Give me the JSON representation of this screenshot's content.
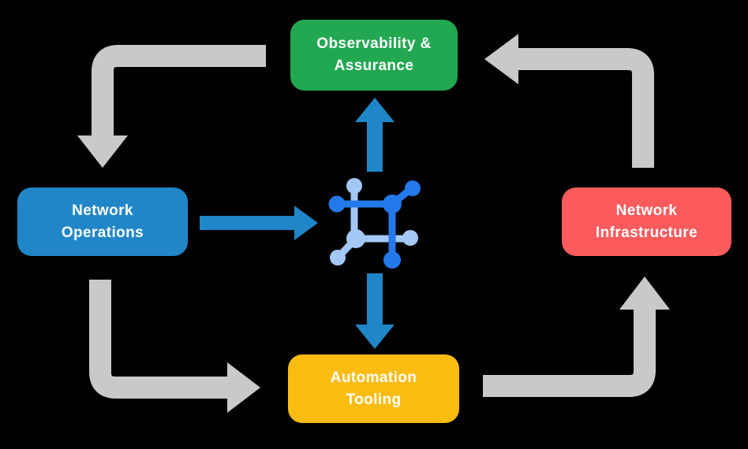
{
  "title": "Network automation cycle diagram",
  "colors": {
    "background": "#000000",
    "arrow_gray": "#C9C9C9",
    "arrow_blue": "#1F86C7",
    "node_green": "#22A851",
    "node_blue": "#2186C7",
    "node_red": "#FB5B5C",
    "node_yellow": "#FBBC12"
  },
  "icon": {
    "name": "network-mesh-icon",
    "primary": "#2379E9",
    "secondary": "#A4C8F5"
  },
  "nodes": [
    {
      "id": "observability",
      "lines": [
        "Observability &",
        "Assurance"
      ],
      "color": "#22A851"
    },
    {
      "id": "operations",
      "lines": [
        "Network",
        "Operations"
      ],
      "color": "#2186C7"
    },
    {
      "id": "infrastructure",
      "lines": [
        "Network",
        "Infrastructure"
      ],
      "color": "#FB5B5C"
    },
    {
      "id": "automation",
      "lines": [
        "Automation",
        "Tooling"
      ],
      "color": "#FBBC12"
    }
  ],
  "edges": [
    {
      "from": "Observability & Assurance",
      "to": "Network Operations",
      "style": "gray"
    },
    {
      "from": "Network Operations",
      "to": "Automation Tooling",
      "style": "gray"
    },
    {
      "from": "Automation Tooling",
      "to": "Network Infrastructure",
      "style": "gray"
    },
    {
      "from": "Network Infrastructure",
      "to": "Observability & Assurance",
      "style": "gray"
    },
    {
      "from": "Network Operations",
      "to": "center icon",
      "style": "blue"
    },
    {
      "from": "center icon",
      "to": "Observability & Assurance",
      "style": "blue"
    },
    {
      "from": "center icon",
      "to": "Automation Tooling",
      "style": "blue"
    }
  ]
}
